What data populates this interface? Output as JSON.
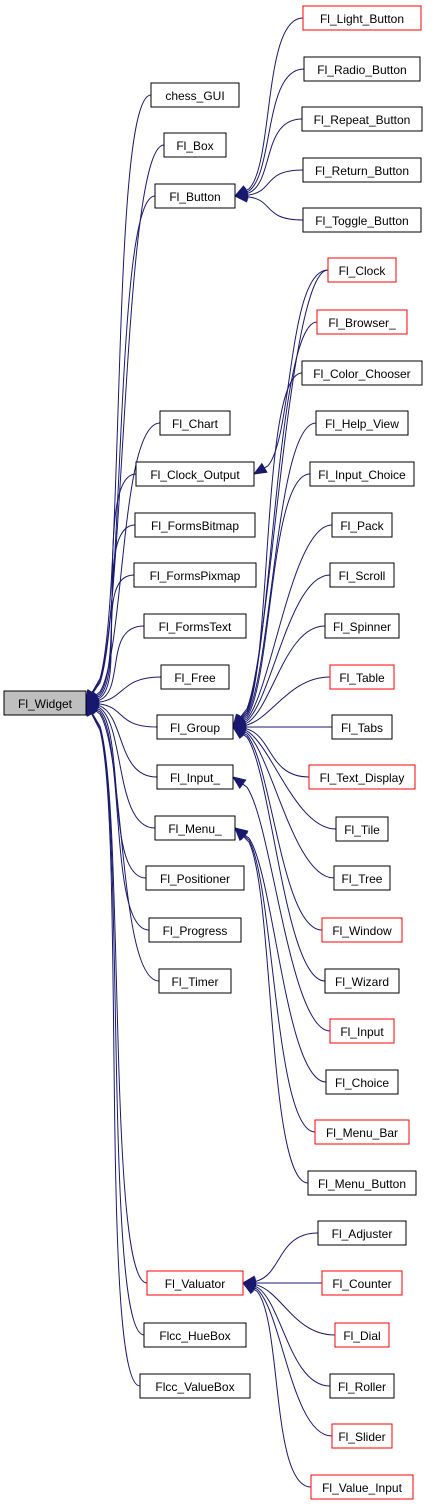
{
  "colors": {
    "edge": "#191970",
    "border_normal": "#000000",
    "border_truncated": "#ff0000",
    "root_fill": "#bfbfbf"
  },
  "nodes": {
    "fl_widget": "Fl_Widget",
    "chess_gui": "chess_GUI",
    "fl_box": "Fl_Box",
    "fl_button": "Fl_Button",
    "fl_chart": "Fl_Chart",
    "fl_clock_output": "Fl_Clock_Output",
    "fl_formsbitmap": "Fl_FormsBitmap",
    "fl_formspixmap": "Fl_FormsPixmap",
    "fl_formstext": "Fl_FormsText",
    "fl_free": "Fl_Free",
    "fl_group": "Fl_Group",
    "fl_input_": "Fl_Input_",
    "fl_menu_": "Fl_Menu_",
    "fl_positioner": "Fl_Positioner",
    "fl_progress": "Fl_Progress",
    "fl_timer": "Fl_Timer",
    "fl_valuator": "Fl_Valuator",
    "flcc_huebox": "Flcc_HueBox",
    "flcc_valuebox": "Flcc_ValueBox",
    "fl_light_button": "Fl_Light_Button",
    "fl_radio_button": "Fl_Radio_Button",
    "fl_repeat_button": "Fl_Repeat_Button",
    "fl_return_button": "Fl_Return_Button",
    "fl_toggle_button": "Fl_Toggle_Button",
    "fl_clock": "Fl_Clock",
    "fl_browser_": "Fl_Browser_",
    "fl_color_chooser": "Fl_Color_Chooser",
    "fl_help_view": "Fl_Help_View",
    "fl_input_choice": "Fl_Input_Choice",
    "fl_pack": "Fl_Pack",
    "fl_scroll": "Fl_Scroll",
    "fl_spinner": "Fl_Spinner",
    "fl_table": "Fl_Table",
    "fl_tabs": "Fl_Tabs",
    "fl_text_display": "Fl_Text_Display",
    "fl_tile": "Fl_Tile",
    "fl_tree": "Fl_Tree",
    "fl_window": "Fl_Window",
    "fl_wizard": "Fl_Wizard",
    "fl_input": "Fl_Input",
    "fl_choice": "Fl_Choice",
    "fl_menu_bar": "Fl_Menu_Bar",
    "fl_menu_button": "Fl_Menu_Button",
    "fl_adjuster": "Fl_Adjuster",
    "fl_counter": "Fl_Counter",
    "fl_dial": "Fl_Dial",
    "fl_roller": "Fl_Roller",
    "fl_slider": "Fl_Slider",
    "fl_value_input": "Fl_Value_Input"
  }
}
